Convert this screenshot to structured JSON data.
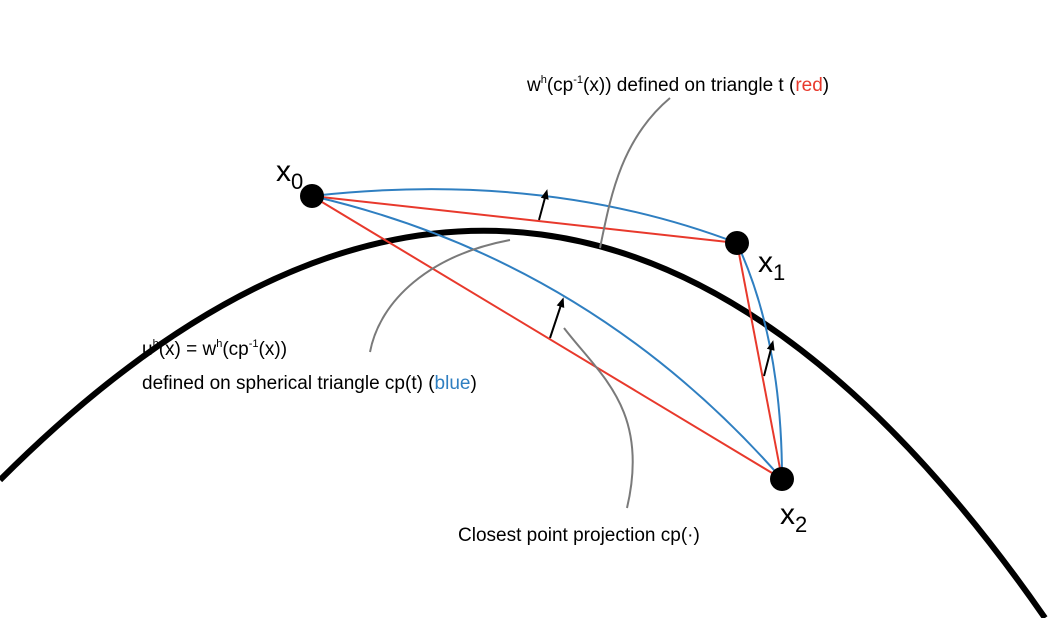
{
  "colors": {
    "red": "#e8392c",
    "blue": "#2f7fc1",
    "black": "#000000",
    "leader": "#7a7a7a"
  },
  "vertices": {
    "x0": {
      "base": "x",
      "sub": "0"
    },
    "x1": {
      "base": "x",
      "sub": "1"
    },
    "x2": {
      "base": "x",
      "sub": "2"
    }
  },
  "annotations": {
    "wh": {
      "w": "w",
      "h_sup": "h",
      "mid1": "(cp",
      "inv_sup": "-1",
      "mid2": "(x)) defined on triangle t (",
      "red_word": "red",
      "close": ")"
    },
    "uh": {
      "line1": {
        "u": "u",
        "h_sup": "h",
        "mid1": "(x) = w",
        "h_sup2": "h",
        "mid2": "(cp",
        "inv_sup": "-1",
        "end": "(x))"
      },
      "line2": {
        "pre": "defined on spherical triangle cp(t) (",
        "blue_word": "blue",
        "close": ")"
      }
    },
    "cp": "Closest point projection cp(·)"
  }
}
